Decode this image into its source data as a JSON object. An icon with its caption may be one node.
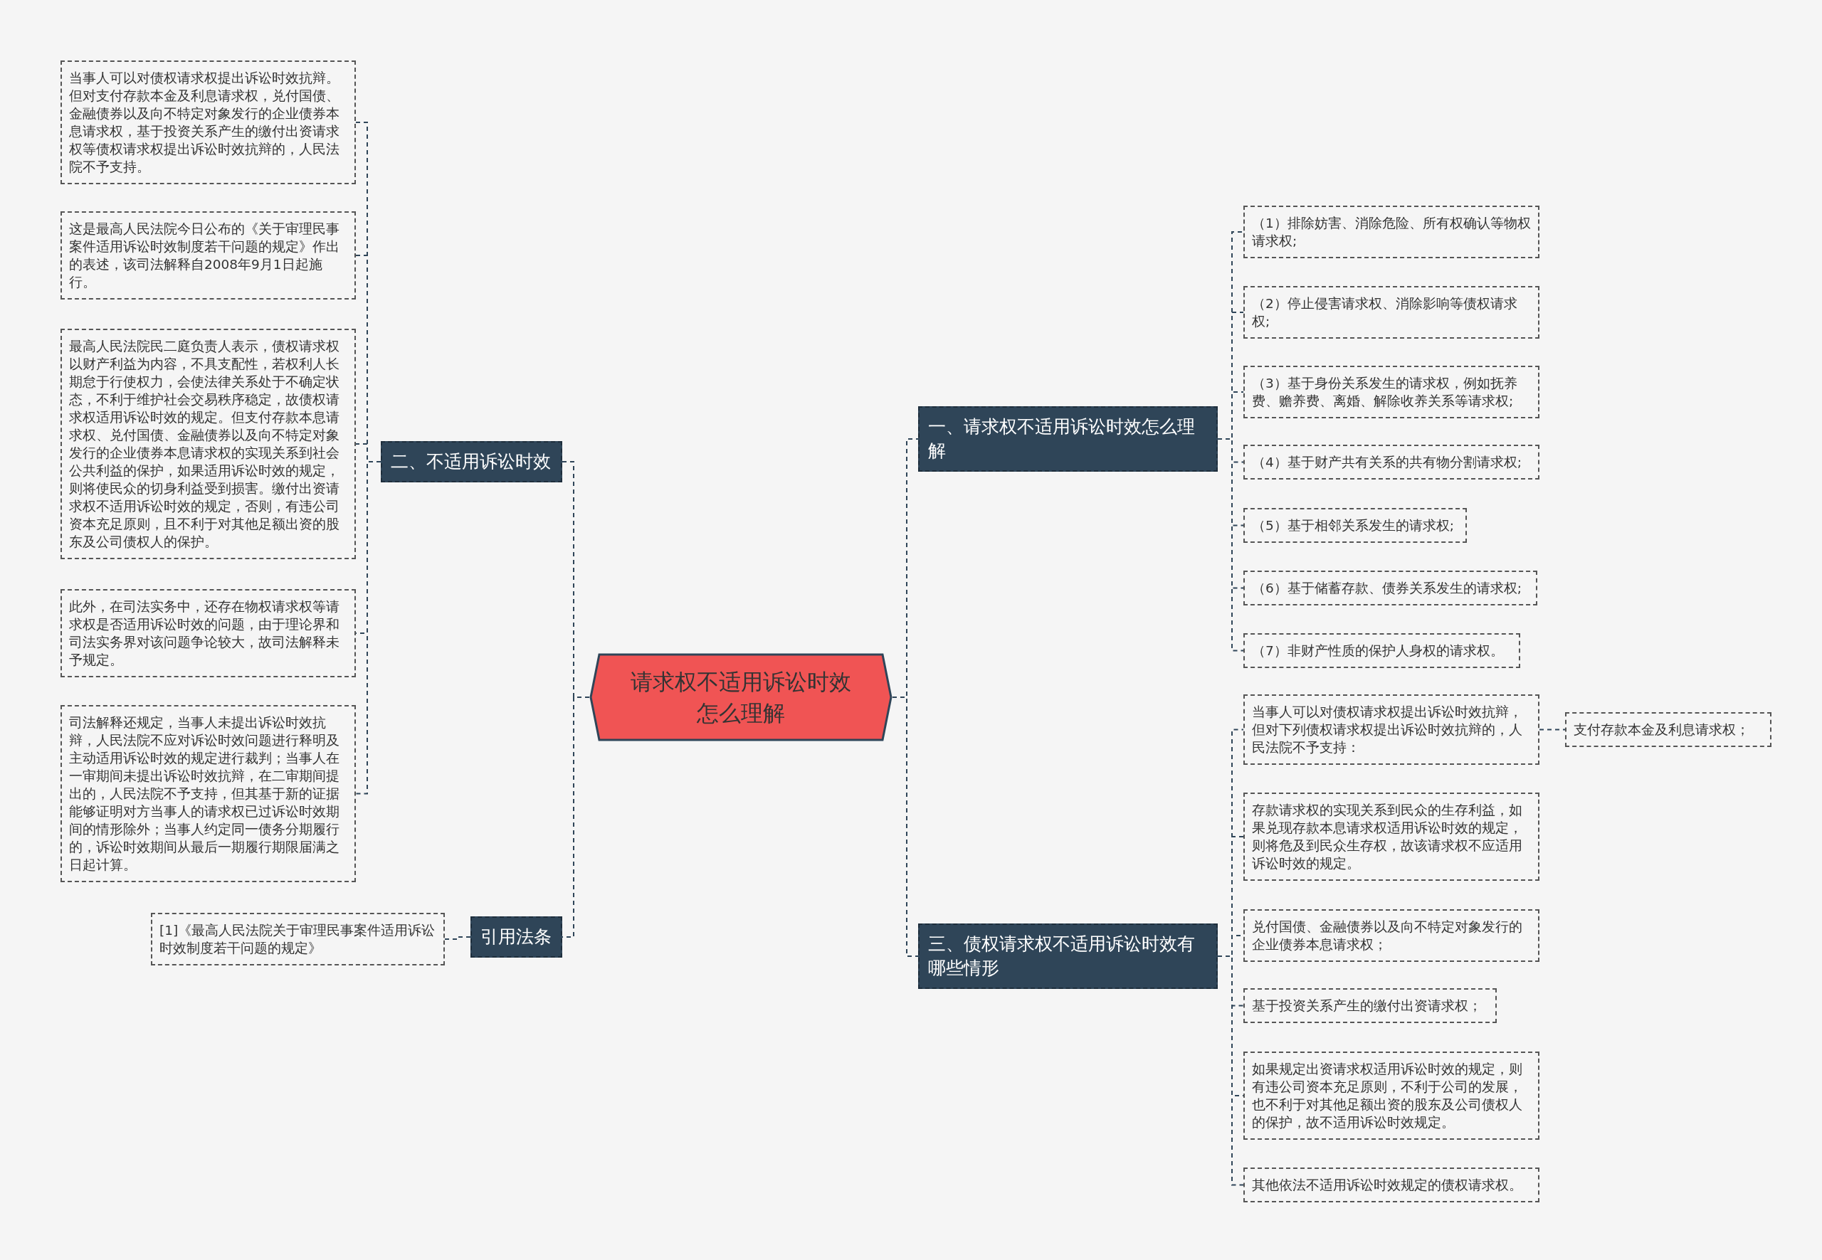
{
  "diagram": {
    "nodes": [
      {
        "text": [
          "请求权不适用诉讼时效怎么理解"
        ]
      },
      {
        "text": [
          "一、请求权不适用诉讼时效怎么理解"
        ]
      },
      {
        "text": [
          "（1）排除妨害、消除危险、所有权确认等物权请求权;"
        ]
      },
      {
        "text": [
          "（2）停止侵害请求权、消除影响等债权请求权;"
        ]
      },
      {
        "text": [
          "（3）基于身份关系发生的请求权，例如抚养费、赡养费、离婚、解除收养关系等请求权;"
        ]
      },
      {
        "text": [
          "（4）基于财产共有关系的共有物分割请求权;"
        ]
      },
      {
        "text": [
          "（5）基于相邻关系发生的请求权;"
        ]
      },
      {
        "text": [
          "（6）基于储蓄存款、债券关系发生的请求权;"
        ]
      },
      {
        "text": [
          "（7）非财产性质的保护人身权的请求权。"
        ]
      },
      {
        "text": [
          "二、不适用诉讼时效"
        ]
      },
      {
        "text": [
          "当事人可以对债权请求权提出诉讼时效抗辩。但对支付存款本金及利息请求权，兑付国债、金融债券以及向不特定对象发行的企业债券本息请求权，基于投资关系产生的缴付出资请求权等债权请求权提出诉讼时效抗辩的，人民法院不予支持。"
        ]
      },
      {
        "text": [
          "这是最高人民法院今日公布的《关于审理民事案件适用诉讼时效制度若干问题的规定》作出的表述，该司法解释自2008年9月1日起施行。"
        ]
      },
      {
        "text": [
          "最高人民法院民二庭负责人表示，债权请求权以财产利益为内容，不具支配性，若权利人长期怠于行使权力，会使法律关系处于不确定状态，不利于维护社会交易秩序稳定，故债权请求权适用诉讼时效的规定。但支付存款本息请求权、兑付国债、金融债券以及向不特定对象发行的企业债券本息请求权的实现关系到社会公共利益的保护，如果适用诉讼时效的规定，则将使民众的切身利益受到损害。缴付出资请求权不适用诉讼时效的规定，否则，有违公司资本充足原则，且不利于对其他足额出资的股东及公司债权人的保护。"
        ]
      },
      {
        "text": [
          "此外，在司法实务中，还存在物权请求权等请求权是否适用诉讼时效的问题，由于理论界和司法实务界对该问题争论较大，故司法解释未予规定。"
        ]
      },
      {
        "text": [
          "司法解释还规定，当事人未提出诉讼时效抗辩，人民法院不应对诉讼时效问题进行释明及主动适用诉讼时效的规定进行裁判；当事人在一审期间未提出诉讼时效抗辩，在二审期间提出的，人民法院不予支持，但其基于新的证据能够证明对方当事人的请求权已过诉讼时效期间的情形除外；当事人约定同一债务分期履行的，诉讼时效期间从最后一期履行期限届满之日起计算。"
        ]
      },
      {
        "text": [
          "引用法条"
        ]
      },
      {
        "text": [
          "[1]《最高人民法院关于审理民事案件适用诉讼时效制度若干问题的规定》"
        ]
      },
      {
        "text": [
          "三、债权请求权不适用诉讼时效有哪些情形"
        ]
      },
      {
        "text": [
          "当事人可以对债权请求权提出诉讼时效抗辩，但对下列债权请求权提出诉讼时效抗辩的，人民法院不予支持："
        ]
      },
      {
        "text": [
          "支付存款本金及利息请求权；"
        ]
      },
      {
        "text": [
          "存款请求权的实现关系到民众的生存利益，如果兑现存款本息请求权适用诉讼时效的规定，则将危及到民众生存权，故该请求权不应适用诉讼时效的规定。"
        ]
      },
      {
        "text": [
          "兑付国债、金融债券以及向不特定对象发行的企业债券本息请求权；"
        ]
      },
      {
        "text": [
          "基于投资关系产生的缴付出资请求权；"
        ]
      },
      {
        "text": [
          "如果规定出资请求权适用诉讼时效的规定，则有违公司资本充足原则，不利于公司的发展，也不利于对其他足额出资的股东及公司债权人的保护，故不适用诉讼时效规定。"
        ]
      },
      {
        "text": [
          "其他依法不适用诉讼时效规定的债权请求权。"
        ]
      }
    ],
    "edges": [
      {
        "from": 0,
        "to": 1,
        "arrow": "none"
      },
      {
        "from": 1,
        "to": 2,
        "arrow": "none"
      },
      {
        "from": 1,
        "to": 3,
        "arrow": "none"
      },
      {
        "from": 1,
        "to": 4,
        "arrow": "none"
      },
      {
        "from": 1,
        "to": 5,
        "arrow": "none"
      },
      {
        "from": 1,
        "to": 6,
        "arrow": "none"
      },
      {
        "from": 1,
        "to": 7,
        "arrow": "none"
      },
      {
        "from": 1,
        "to": 8,
        "arrow": "none"
      },
      {
        "from": 0,
        "to": 9,
        "arrow": "none"
      },
      {
        "from": 9,
        "to": 10,
        "arrow": "none"
      },
      {
        "from": 9,
        "to": 11,
        "arrow": "none"
      },
      {
        "from": 9,
        "to": 12,
        "arrow": "none"
      },
      {
        "from": 9,
        "to": 13,
        "arrow": "none"
      },
      {
        "from": 9,
        "to": 14,
        "arrow": "none"
      },
      {
        "from": 0,
        "to": 15,
        "arrow": "none"
      },
      {
        "from": 15,
        "to": 16,
        "arrow": "none"
      },
      {
        "from": 0,
        "to": 17,
        "arrow": "none"
      },
      {
        "from": 17,
        "to": 18,
        "arrow": "none"
      },
      {
        "from": 18,
        "to": 19,
        "arrow": "none"
      },
      {
        "from": 17,
        "to": 20,
        "arrow": "none"
      },
      {
        "from": 17,
        "to": 21,
        "arrow": "none"
      },
      {
        "from": 17,
        "to": 22,
        "arrow": "none"
      },
      {
        "from": 17,
        "to": 23,
        "arrow": "none"
      },
      {
        "from": 17,
        "to": 24,
        "arrow": "none"
      }
    ]
  }
}
